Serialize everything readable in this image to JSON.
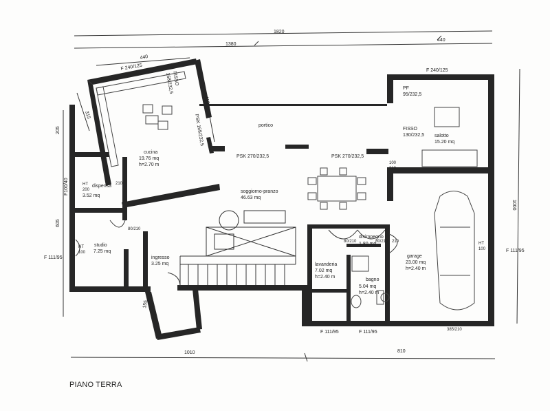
{
  "title": "PIANO TERRA",
  "dimensions": {
    "total_width": "1820",
    "left_width": "1380",
    "right_width": "440",
    "kitchen_width": "440",
    "kitchen_side": "410",
    "left_top": "205",
    "left_side": "315",
    "left_mid": "605",
    "right_height": "1000",
    "bottom_left": "1010",
    "bottom_right": "810",
    "entry_depth": "155"
  },
  "rooms": {
    "cucina": {
      "name": "cucina",
      "area": "19.76 mq",
      "height": "h=2.70 m"
    },
    "dispensa": {
      "name": "dispensa",
      "area": "3.52 mq"
    },
    "studio": {
      "name": "studio",
      "area": "7.25 mq"
    },
    "ingresso": {
      "name": "ingresso",
      "area": "3.25 mq"
    },
    "portico": {
      "name": "portico"
    },
    "soggiorno": {
      "name": "soggiorno-pranzo",
      "area": "46.63 mq"
    },
    "salotto": {
      "name": "salotto",
      "area": "15.20 mq"
    },
    "disimpegno": {
      "name": "disimpegno",
      "area": "1.80 mq"
    },
    "lavanderia": {
      "name": "lavanderia",
      "area": "7.02 mq",
      "height": "h=2.40 m"
    },
    "bagno": {
      "name": "bagno",
      "area": "5.04 mq",
      "height": "h=2.40 m"
    },
    "garage": {
      "name": "garage",
      "area": "23.00 mq",
      "height": "h=2.40 m"
    }
  },
  "openings": {
    "f_kitchen_top": "F 240/125",
    "fisso_kitchen": "FISSO",
    "fisso_kitchen_dim": "168/232,5",
    "psk_kitchen": "PSK 168/232,5",
    "f_salotto_top": "F 240/125",
    "pf": "PF",
    "pf_dim": "95/232,5",
    "fisso_salotto": "FISSO",
    "fisso_salotto_dim": "130/232,5",
    "psk_left": "PSK 270/232,5",
    "psk_right": "PSK 270/232,5",
    "f_left": "F 111/95",
    "f_lav": "F 111/95",
    "f_bagno": "F 111/95",
    "f_garage": "F 111/95",
    "f_dispensa": "F100/40",
    "d_80_210": "80/210",
    "ht": "HT",
    "ht_200": "200",
    "ht_100": "100",
    "n100": "100",
    "n210": "210",
    "n80": "80",
    "n240": "240",
    "n90": "90",
    "n385_210": "385/210"
  }
}
